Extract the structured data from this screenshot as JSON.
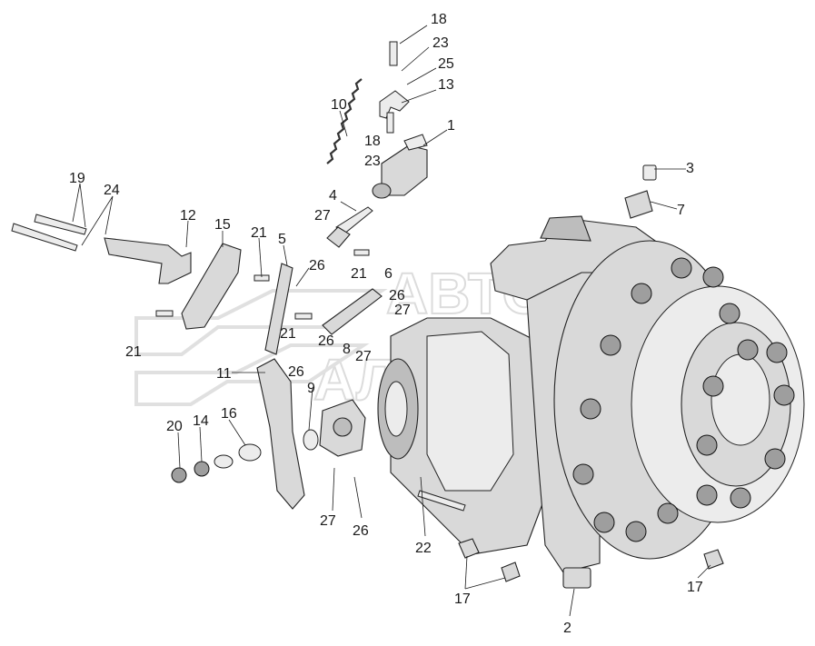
{
  "watermark": {
    "line1": "АВТО",
    "line2": "АЛЬЯНС"
  },
  "callouts": [
    {
      "id": "c18a",
      "label": "18"
    },
    {
      "id": "c23a",
      "label": "23"
    },
    {
      "id": "c25",
      "label": "25"
    },
    {
      "id": "c13",
      "label": "13"
    },
    {
      "id": "c10",
      "label": "10"
    },
    {
      "id": "c1",
      "label": "1"
    },
    {
      "id": "c18b",
      "label": "18"
    },
    {
      "id": "c23b",
      "label": "23"
    },
    {
      "id": "c3",
      "label": "3"
    },
    {
      "id": "c7",
      "label": "7"
    },
    {
      "id": "c4",
      "label": "4"
    },
    {
      "id": "c27a",
      "label": "27"
    },
    {
      "id": "c19",
      "label": "19"
    },
    {
      "id": "c24",
      "label": "24"
    },
    {
      "id": "c12",
      "label": "12"
    },
    {
      "id": "c15",
      "label": "15"
    },
    {
      "id": "c21a",
      "label": "21"
    },
    {
      "id": "c5",
      "label": "5"
    },
    {
      "id": "c26a",
      "label": "26"
    },
    {
      "id": "c21b",
      "label": "21"
    },
    {
      "id": "c6",
      "label": "6"
    },
    {
      "id": "c26b",
      "label": "26"
    },
    {
      "id": "c27b",
      "label": "27"
    },
    {
      "id": "c21c",
      "label": "21"
    },
    {
      "id": "c21d",
      "label": "21"
    },
    {
      "id": "c26c",
      "label": "26"
    },
    {
      "id": "c27c",
      "label": "27"
    },
    {
      "id": "c8",
      "label": "8"
    },
    {
      "id": "c11",
      "label": "11"
    },
    {
      "id": "c26d",
      "label": "26"
    },
    {
      "id": "c9",
      "label": "9"
    },
    {
      "id": "c20",
      "label": "20"
    },
    {
      "id": "c14",
      "label": "14"
    },
    {
      "id": "c16",
      "label": "16"
    },
    {
      "id": "c27d",
      "label": "27"
    },
    {
      "id": "c26e",
      "label": "26"
    },
    {
      "id": "c22",
      "label": "22"
    },
    {
      "id": "c17a",
      "label": "17"
    },
    {
      "id": "c17b",
      "label": "17"
    },
    {
      "id": "c2",
      "label": "2"
    }
  ]
}
